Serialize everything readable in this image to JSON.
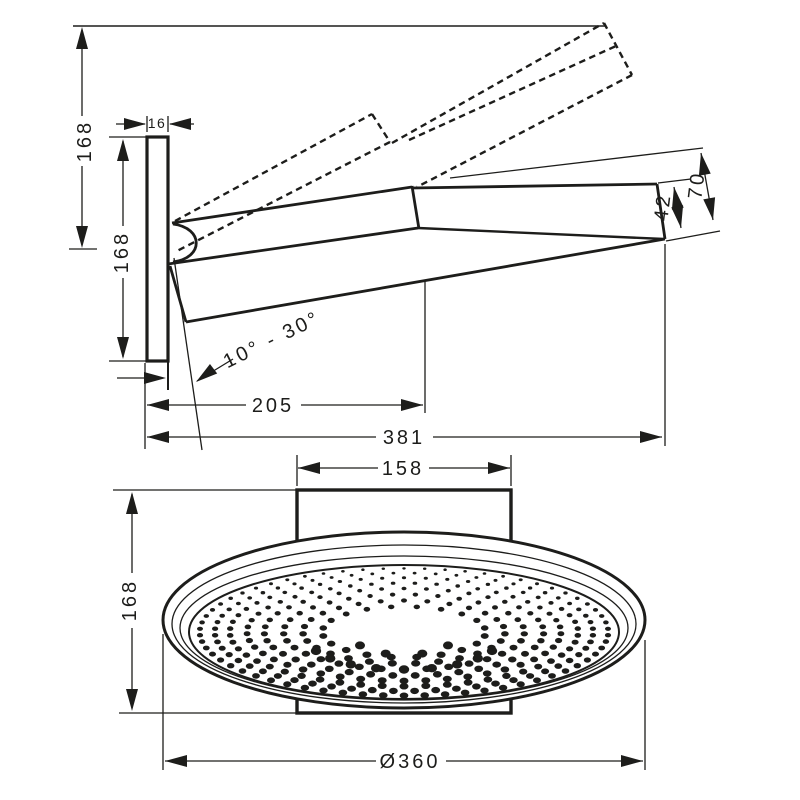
{
  "colors": {
    "line": "#1d1d1b",
    "background": "#ffffff"
  },
  "side_view": {
    "height_total": "168",
    "plate_thickness": "16",
    "plate_height": "168",
    "head_thickness": "42",
    "head_offset": "70",
    "tilt_range": "10° - 30°",
    "projection_pivot": "205",
    "projection_total": "381"
  },
  "bottom_view": {
    "bracket_width": "158",
    "bracket_height": "168",
    "head_diameter": "Ø360"
  }
}
